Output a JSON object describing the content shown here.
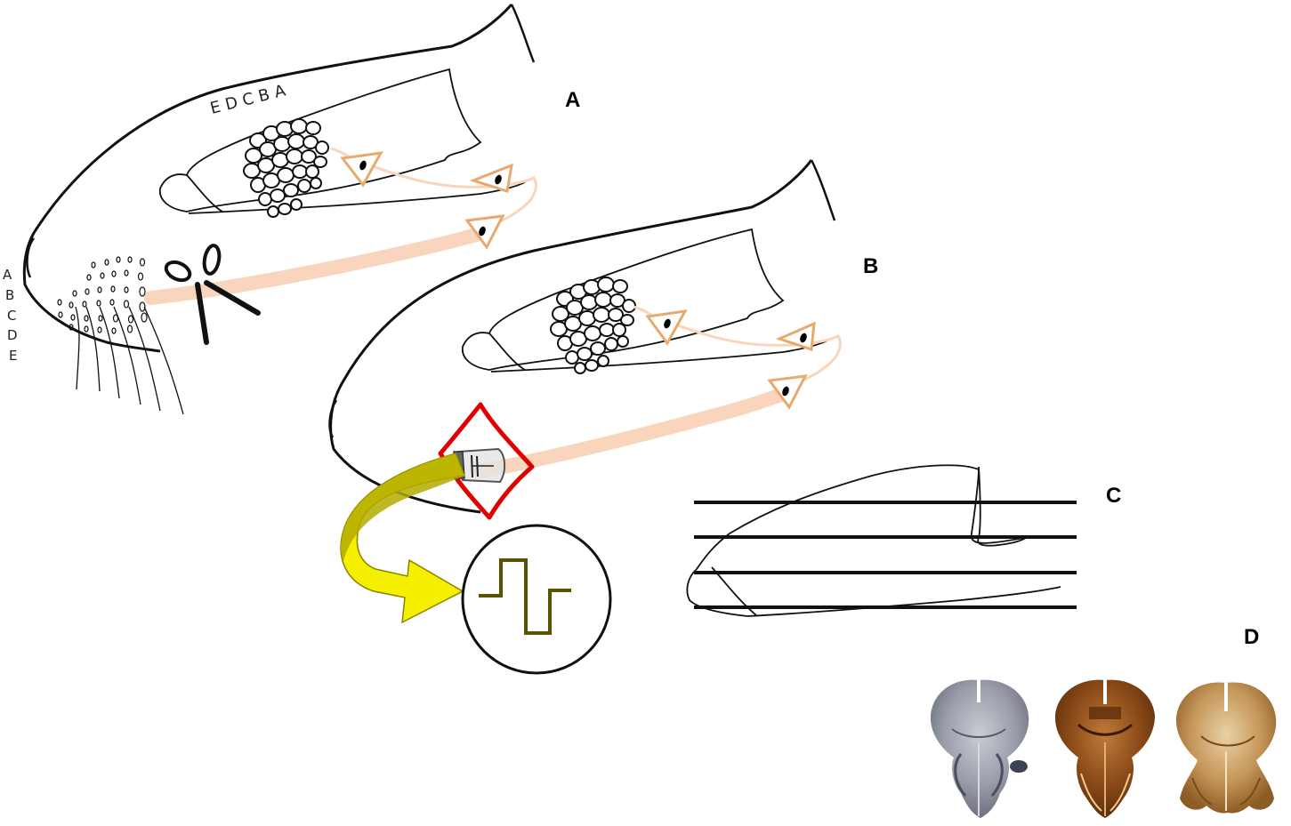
{
  "panels": {
    "a": "A",
    "b": "B",
    "c": "C",
    "d": "D"
  },
  "whisker_rows": [
    "A",
    "B",
    "C",
    "D",
    "E"
  ],
  "whisker_arcs_text": "EDCBA",
  "colors": {
    "outline": "#111111",
    "pathway": "#f8d5bc",
    "neuron": "#e8a96e",
    "recording_window": "#e00000",
    "arrow_olive": "#b3ac00",
    "arrow_yellow": "#f5f000",
    "signal": "#5a5200",
    "brain_gray": "#8f939f",
    "brain_brown_dark": "#8a4a18",
    "brain_brown_light": "#b98848"
  },
  "icons": [
    "scissors-icon",
    "electrode-icon",
    "signal-trace-icon"
  ]
}
